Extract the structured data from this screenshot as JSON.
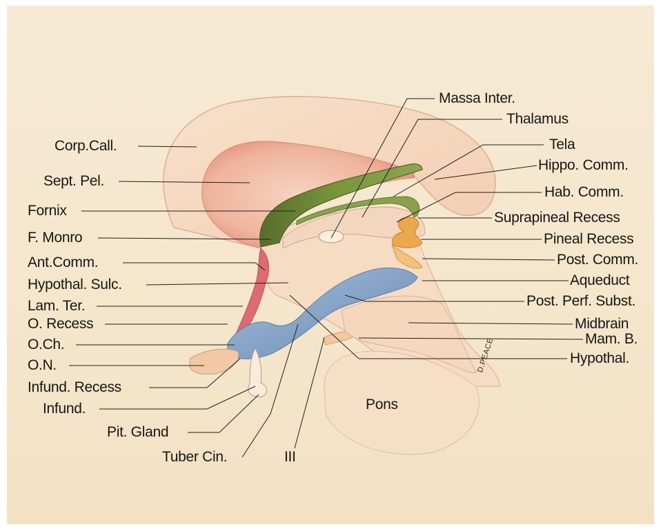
{
  "labels": {
    "corp_call": "Corp.Call.",
    "sept_pel": "Sept. Pel.",
    "fornix": "Fornix",
    "f_monro": "F. Monro",
    "ant_comm": "Ant.Comm.",
    "hypothal_sulc": "Hypothal. Sulc.",
    "lam_ter": "Lam. Ter.",
    "o_recess": "O. Recess",
    "o_ch": "O.Ch.",
    "o_n": "O.N.",
    "infund_recess": "Infund. Recess",
    "infund": "Infund.",
    "pit_gland": "Pit. Gland",
    "tuber_cin": "Tuber Cin.",
    "iii": "III",
    "massa_inter": "Massa Inter.",
    "thalamus": "Thalamus",
    "tela": "Tela",
    "hippo_comm": "Hippo. Comm.",
    "hab_comm": "Hab. Comm.",
    "suprapineal_recess": "Suprapineal Recess",
    "pineal_recess": "Pineal Recess",
    "post_comm": "Post. Comm.",
    "aqueduct": "Aqueduct",
    "post_perf_subst": "Post. Perf. Subst.",
    "midbrain": "Midbrain",
    "mam_b": "Mam. B.",
    "hypothal": "Hypothal.",
    "pons": "Pons",
    "signature": "D.PEACE"
  },
  "colors": {
    "paper": "#f5e6cc",
    "fornix_green": "#6f8a3a",
    "ventricle_blue": "#7f9ec3",
    "lamina_red": "#d9606c",
    "pineal_orange": "#e9a545",
    "tissue_pink": "#efb39c",
    "leader_line": "#1e1e1e"
  }
}
